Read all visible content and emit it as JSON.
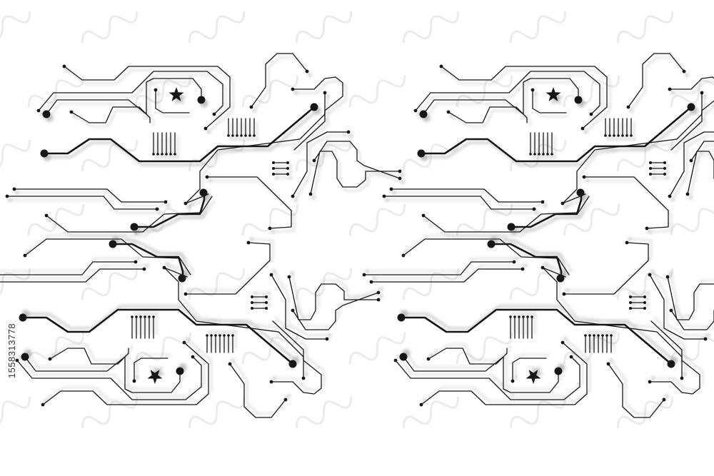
{
  "image": {
    "stock_id": "1558313778"
  },
  "colors": {
    "background": "#ffffff",
    "trace": "#141414",
    "shadow": "#9a9a9a",
    "watermark": "#ebebeb"
  },
  "icons": {
    "pad": "circuit-pad-dot",
    "star": "star-glyph",
    "chip": "chip-pin-array"
  }
}
